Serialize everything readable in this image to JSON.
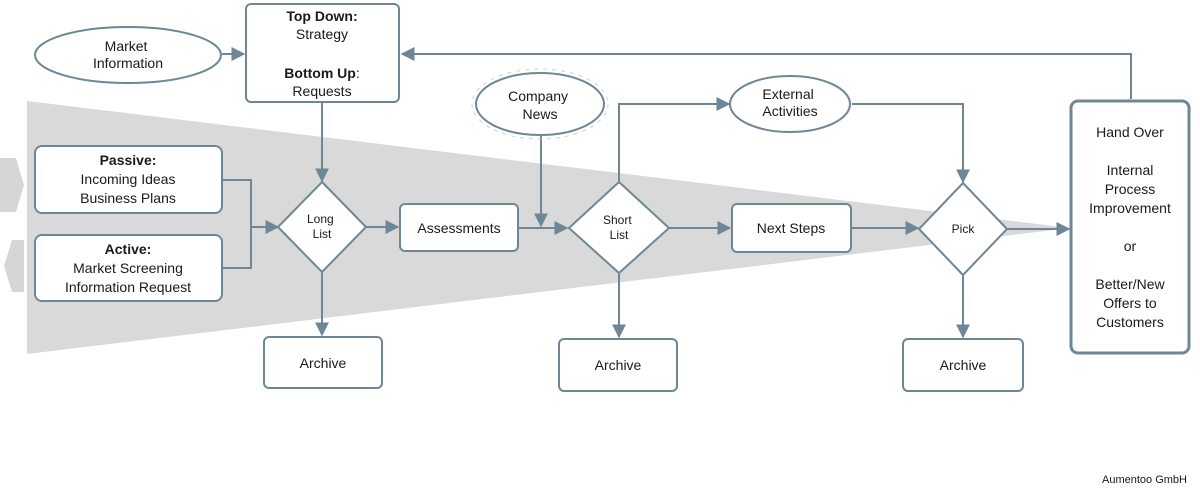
{
  "nodes": {
    "market_information": "Market\nInformation",
    "top_down_label": "Top Down:",
    "top_down_value": "Strategy",
    "bottom_up_label": "Bottom Up",
    "bottom_up_colon": ":",
    "bottom_up_value": "Requests",
    "passive_label": "Passive:",
    "passive_lines": [
      "Incoming Ideas",
      "Business Plans"
    ],
    "active_label": "Active:",
    "active_lines": [
      "Market Screening",
      "Information Request"
    ],
    "long_list": "Long\nList",
    "assessments": "Assessments",
    "company_news": "Company\nNews",
    "short_list": "Short\nList",
    "external_activities": "External\nActivities",
    "next_steps": "Next Steps",
    "pick": "Pick",
    "archive_1": "Archive",
    "archive_2": "Archive",
    "archive_3": "Archive",
    "hand_over_lines": [
      "Hand Over",
      "",
      "Internal",
      "Process",
      "Improvement",
      "",
      "or",
      "",
      "Better/New",
      "Offers to",
      "Customers"
    ]
  },
  "footer": {
    "credit": "Aumentoo GmbH"
  },
  "colors": {
    "stroke": "#6e8796",
    "funnel": "#d9d9d9",
    "text": "#1a1a1a"
  }
}
